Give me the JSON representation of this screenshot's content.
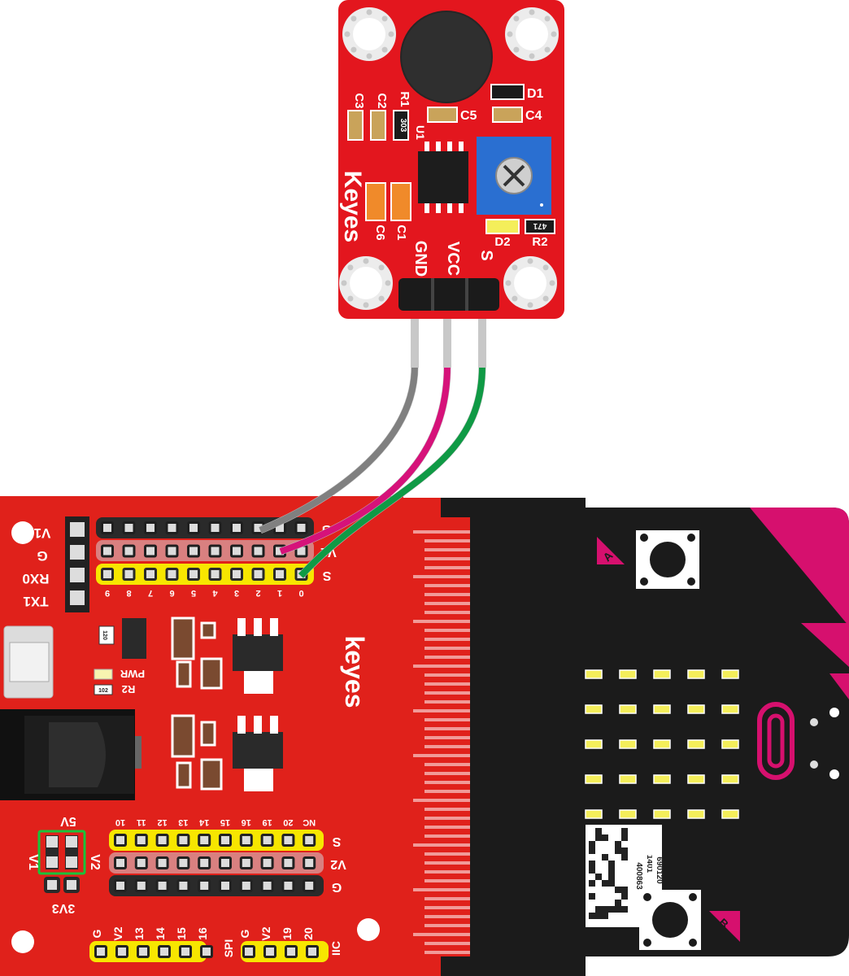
{
  "colors": {
    "board_red": "#e0211b",
    "sensor_red": "#e3161e",
    "microbit_black": "#1b1b1b",
    "microbit_magenta": "#d6106e",
    "header_yellow": "#f7e600",
    "header_black": "#2a2a2a",
    "wire_gray": "#808080",
    "wire_pink": "#d6127a",
    "wire_green": "#0f9a45",
    "led_yellow": "#f4ee5a",
    "pot_blue": "#2a6fd1"
  },
  "sensor": {
    "brand": "Keyes",
    "pins": [
      "GND",
      "VCC",
      "S"
    ],
    "labels": {
      "d1": "D1",
      "c5": "C5",
      "c4": "C4",
      "c3": "C3",
      "c2": "C2",
      "r1": "R1",
      "r1_code": "303",
      "u1": "U1",
      "c6": "C6",
      "c1": "C1",
      "d2": "D2",
      "r2": "R2",
      "r2_code": "471"
    }
  },
  "shield": {
    "brand": "keyes",
    "left_pins": [
      "V1",
      "G",
      "RX0",
      "TX1"
    ],
    "top_rows": [
      "G",
      "V1",
      "S"
    ],
    "top_numbers": [
      "9",
      "8",
      "7",
      "6",
      "5",
      "4",
      "3",
      "2",
      "1",
      "0"
    ],
    "pwr": "PWR",
    "r2": "R2",
    "r2_code": "102",
    "res_code": "120",
    "bottom_numbers": [
      "10",
      "11",
      "12",
      "13",
      "14",
      "15",
      "16",
      "19",
      "20",
      "NC"
    ],
    "bottom_rows": [
      "S",
      "V2",
      "G"
    ],
    "jumper": {
      "top": "5V",
      "left": "V1",
      "right": "V2",
      "bottom": "3V3"
    },
    "bottom_strip": [
      "G",
      "V2",
      "13",
      "14",
      "15",
      "16",
      "SPI",
      "G",
      "V2",
      "19",
      "20",
      "IIC"
    ]
  },
  "microbit": {
    "button_a": "A",
    "button_b": "B",
    "sticker_lines": [
      "400863",
      "1401",
      "690120"
    ]
  }
}
